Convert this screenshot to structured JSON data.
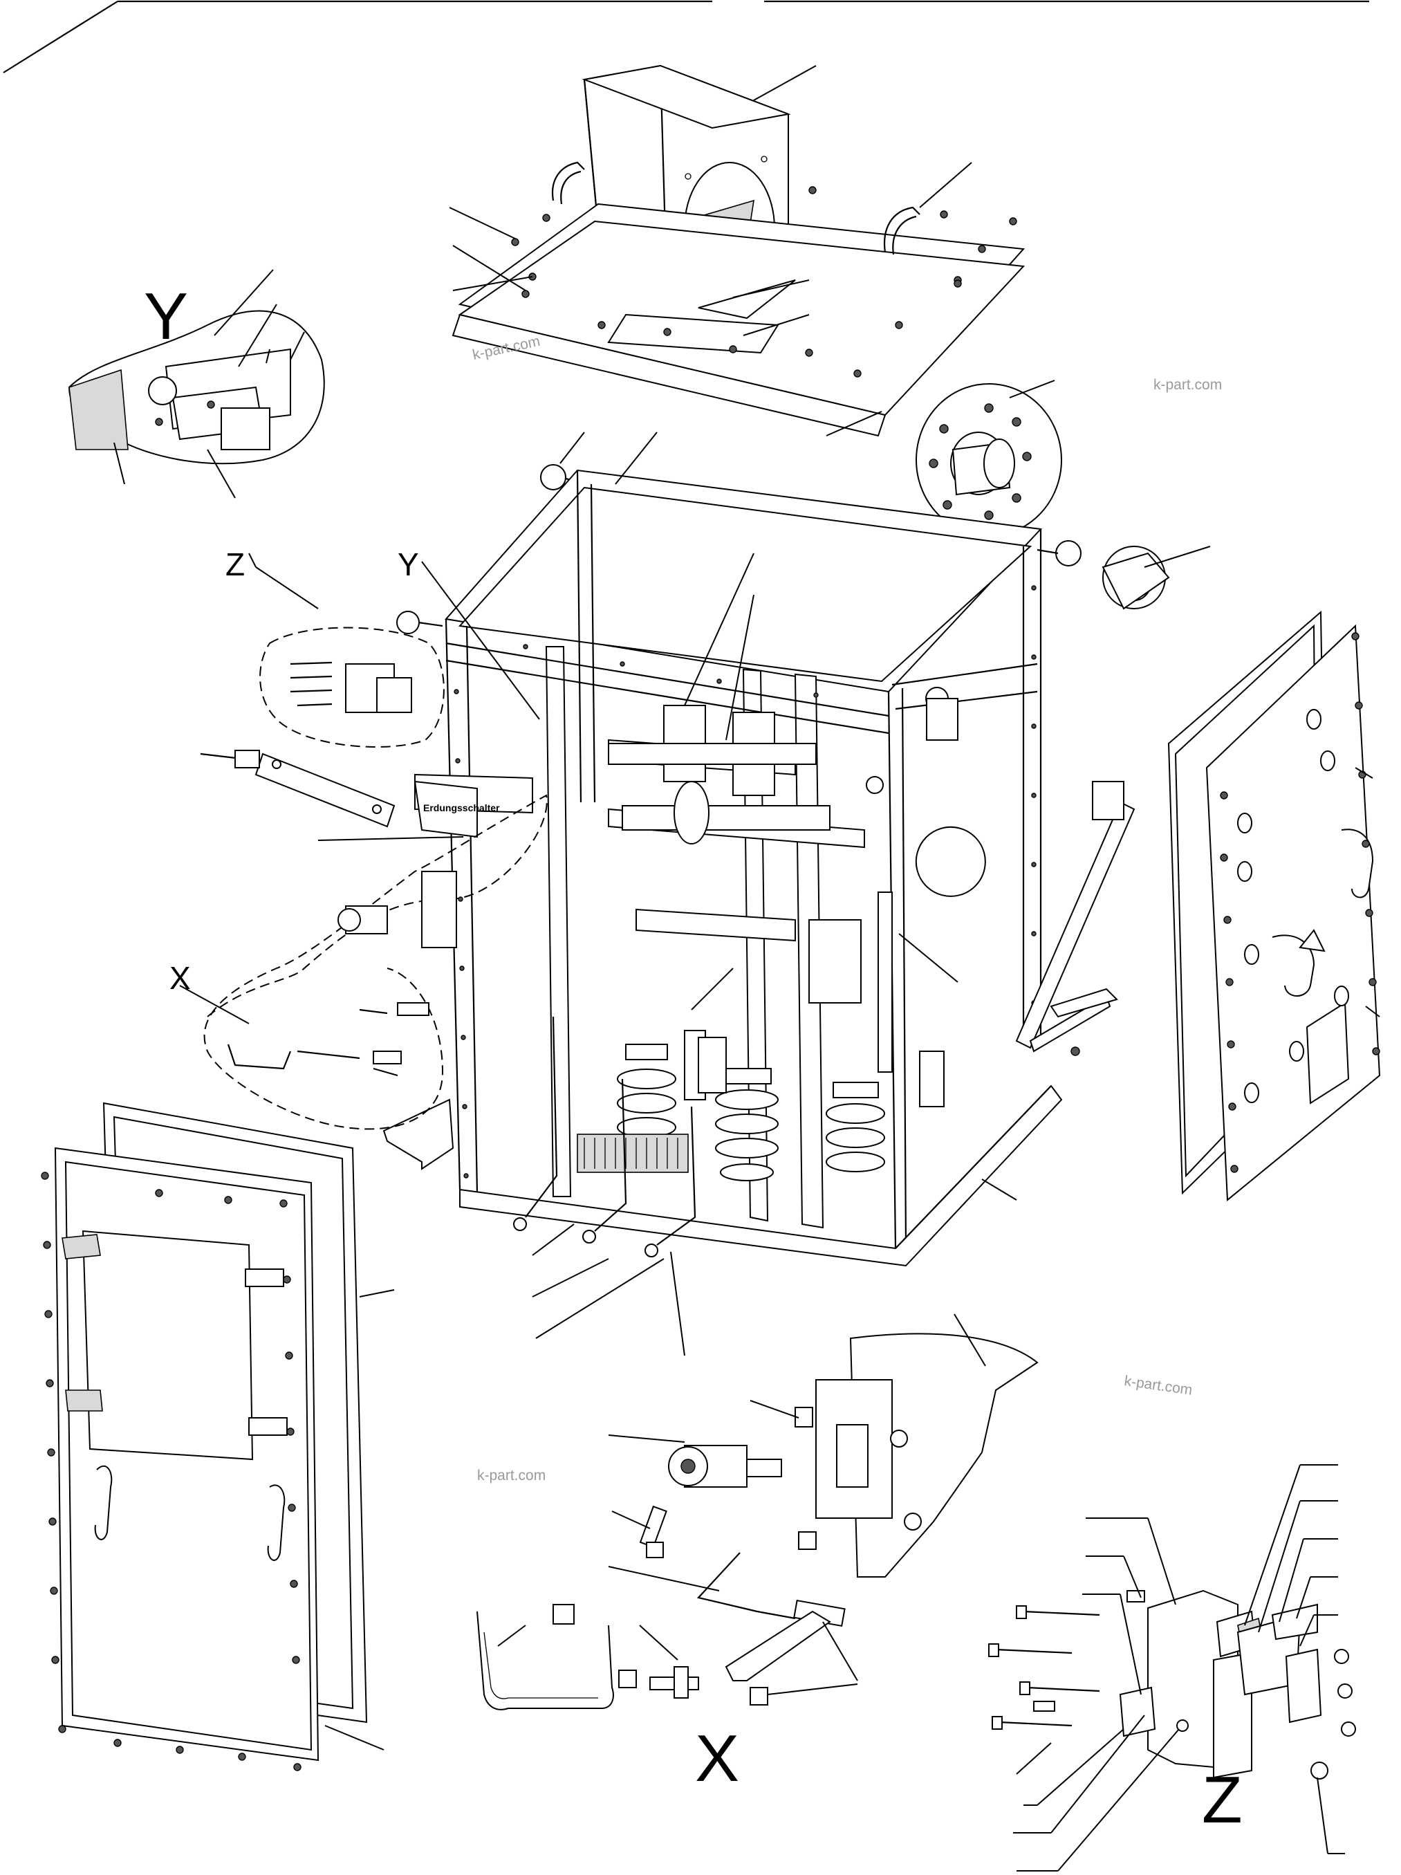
{
  "callouts": {
    "detail_y_title": "Y",
    "detail_z_ref": "Z",
    "detail_y_ref": "Y",
    "detail_x_ref": "X",
    "detail_x_title": "X",
    "detail_z_title": "Z"
  },
  "device_label": "Erdungsschalter",
  "watermarks": [
    "k-part.com",
    "k-part.com",
    "k-part.com",
    "k-part.com"
  ]
}
